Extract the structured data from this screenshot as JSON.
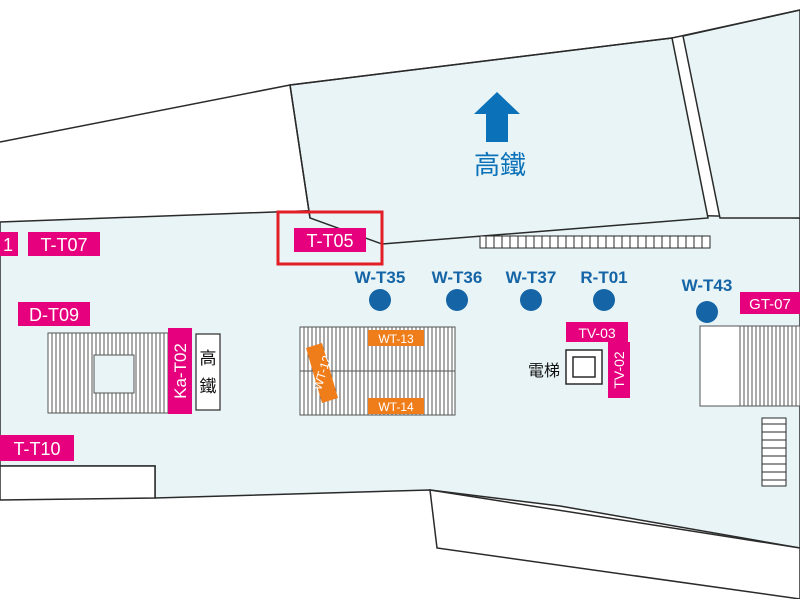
{
  "map": {
    "colors": {
      "floor": "#e8f4f6",
      "outline": "#2a2a2a",
      "exit_label": "#e6007e",
      "stair_label": "#ef7d1a",
      "bus_stop": "#1565a6",
      "highlight": "#e41e26"
    },
    "exit_label": {
      "text": "高鐵",
      "arrow": "up-arrow-icon"
    },
    "rail_label": {
      "line1": "高",
      "line2": "鐵"
    },
    "elevator_label": "電梯",
    "highlighted_label": "T-T05",
    "gates": {
      "t_t05": "T-T05",
      "t_t07": "T-T07",
      "partial_1": "1",
      "d_t09": "D-T09",
      "t_t10": "T-T10",
      "ka_t02": "Ka-T02",
      "gt_07": "GT-07",
      "tv_03": "TV-03",
      "tv_02": "TV-02"
    },
    "stairs": {
      "wt_13": "WT-13",
      "wt_14": "WT-14",
      "wt_12": "WT-12"
    },
    "bus_stops": {
      "w_t35": "W-T35",
      "w_t36": "W-T36",
      "w_t37": "W-T37",
      "r_t01": "R-T01",
      "w_t43": "W-T43"
    }
  }
}
